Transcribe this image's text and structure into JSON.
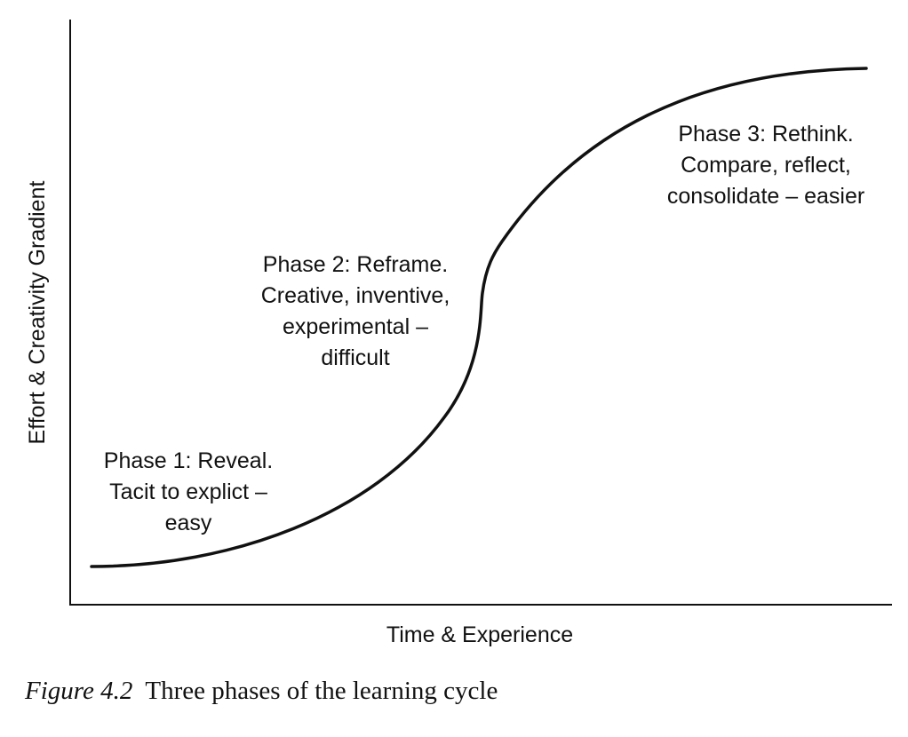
{
  "axes": {
    "x_label": "Time & Experience",
    "y_label": "Effort & Creativity Gradient"
  },
  "phases": [
    {
      "lines": [
        "Phase 1: Reveal.",
        "Tacit to explict –",
        "easy"
      ]
    },
    {
      "lines": [
        "Phase 2: Reframe.",
        "Creative, inventive,",
        "experimental –",
        "difficult"
      ]
    },
    {
      "lines": [
        "Phase 3: Rethink.",
        "Compare, reflect,",
        "consolidate – easier"
      ]
    }
  ],
  "caption": {
    "figure_number": "Figure 4.2",
    "text": "Three phases of the learning cycle"
  },
  "colors": {
    "line": "#111111",
    "background": "#ffffff"
  }
}
